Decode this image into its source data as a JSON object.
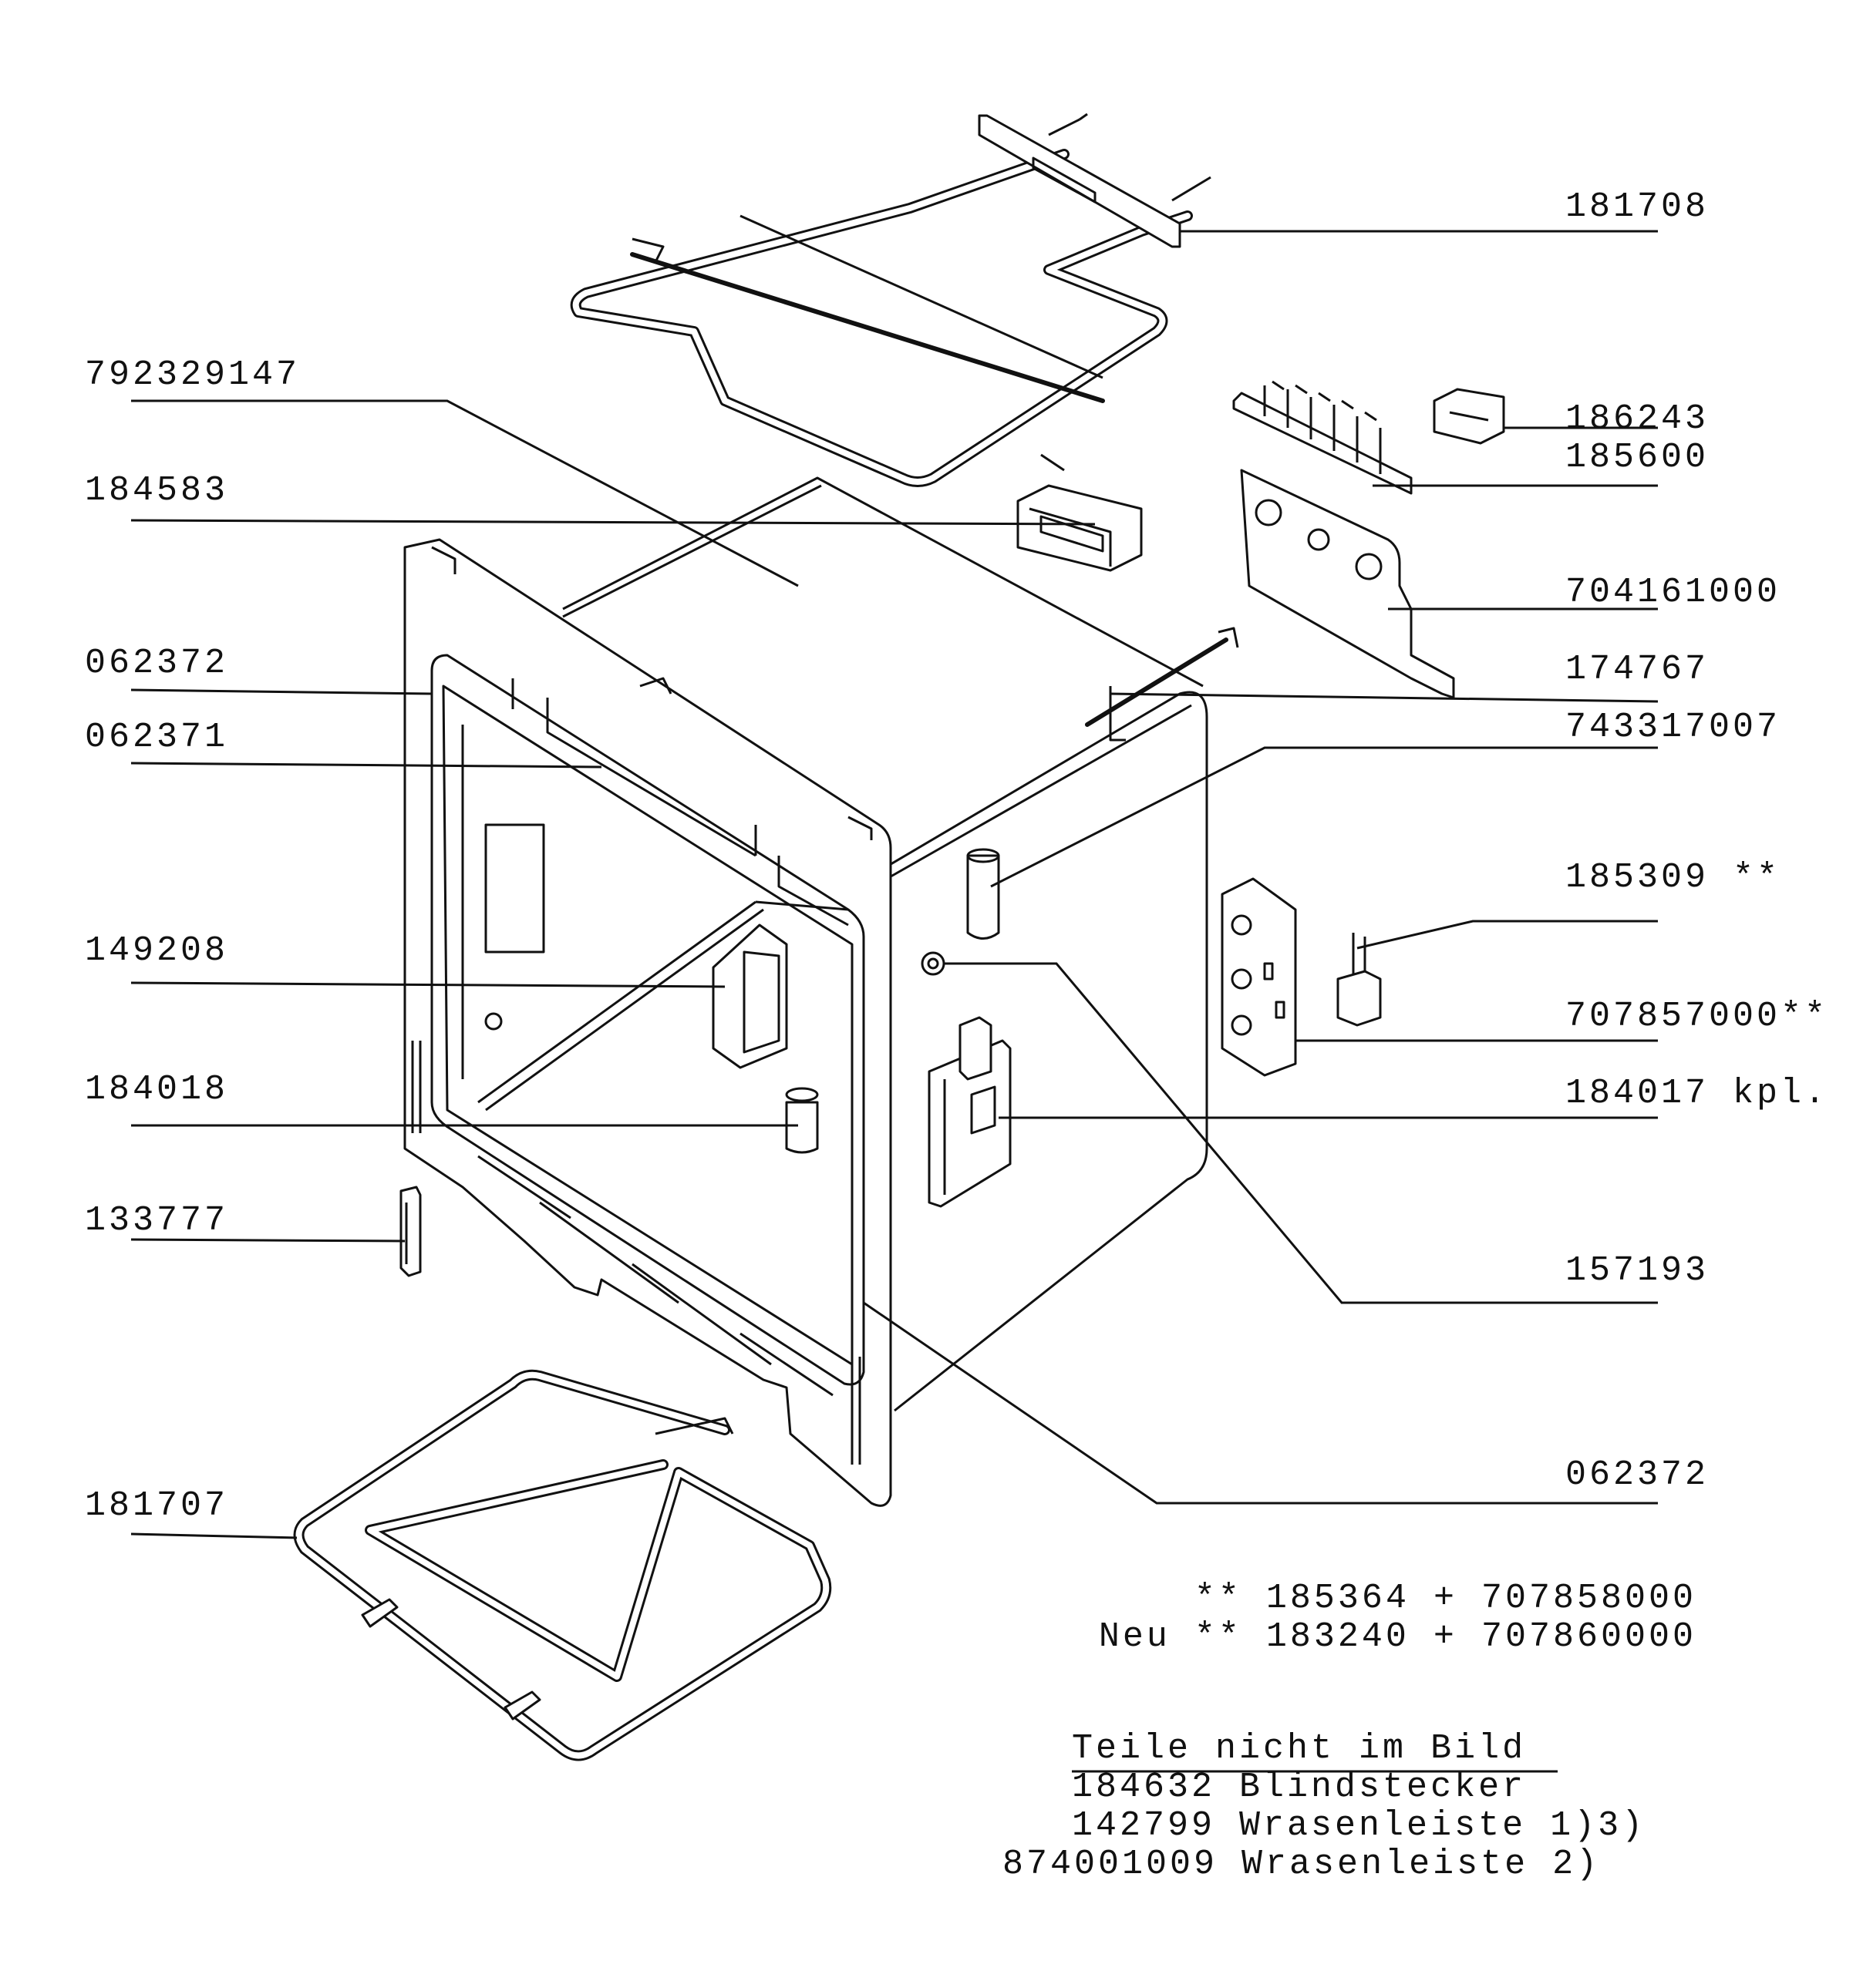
{
  "labels": {
    "l181708": "181708",
    "l792329147": "792329147",
    "l186243": "186243",
    "l185600": "185600",
    "l184583": "184583",
    "l704161000": "704161000",
    "l062372_top": "062372",
    "l174767": "174767",
    "l062371": "062371",
    "l743317007": "743317007",
    "l185309": "185309 **",
    "l149208": "149208",
    "l707857000": "707857000**",
    "l184018": "184018",
    "l184017": "184017 kpl.",
    "l133777": "133777",
    "l157193": "157193",
    "l062372_bottom": "062372",
    "l181707": "181707"
  },
  "notes": {
    "alt1": "** 185364 + 707858000",
    "alt2": "Neu ** 183240 + 707860000",
    "not_shown_title": "Teile nicht im Bild",
    "not_shown_1": "184632 Blindstecker",
    "not_shown_2": "142799 Wrasenleiste 1)3)",
    "not_shown_3": "874001009 Wrasenleiste 2)"
  }
}
